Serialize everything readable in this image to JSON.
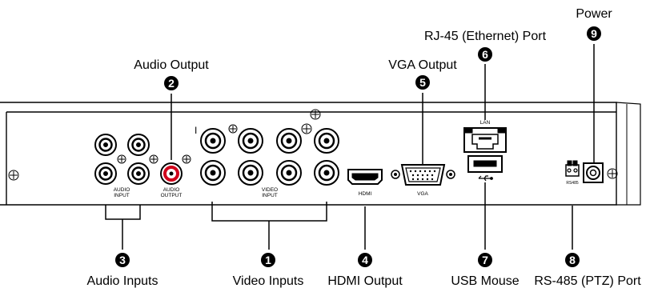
{
  "callouts": [
    {
      "number": "1",
      "label": "Video Inputs"
    },
    {
      "number": "2",
      "label": "Audio Output"
    },
    {
      "number": "3",
      "label": "Audio Inputs"
    },
    {
      "number": "4",
      "label": "HDMI Output"
    },
    {
      "number": "5",
      "label": "VGA Output"
    },
    {
      "number": "6",
      "label": "RJ-45 (Ethernet) Port"
    },
    {
      "number": "7",
      "label": "USB Mouse"
    },
    {
      "number": "8",
      "label": "RS-485 (PTZ) Port"
    },
    {
      "number": "9",
      "label": "Power"
    }
  ],
  "panel_labels": {
    "audio_input": [
      "AUDIO",
      "INPUT"
    ],
    "audio_output": [
      "AUDIO",
      "OUTPUT"
    ],
    "video_input": [
      "VIDEO",
      "INPUT"
    ],
    "hdmi": "HDMI",
    "vga": "VGA",
    "lan": "LAN",
    "rs485": "RS485",
    "channel_mark": "I"
  },
  "colors": {
    "line": "#000000",
    "badge": "#000000",
    "audio_output_ring": "#d0021b"
  },
  "icons": [
    "ground-screw-icon",
    "usb-icon"
  ]
}
